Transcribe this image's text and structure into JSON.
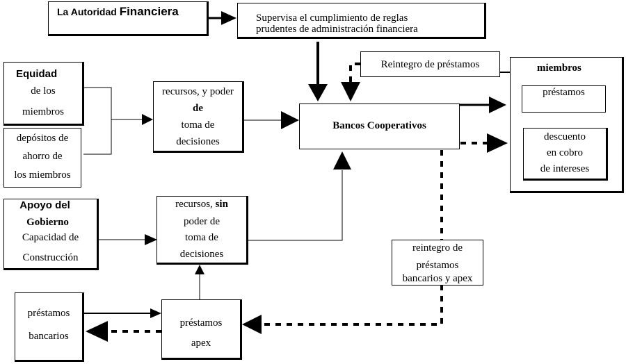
{
  "nodes": {
    "autoridad": {
      "title_prefix": "La Autoridad ",
      "title_main": "Financiera"
    },
    "supervisa": {
      "line1": "Supervisa el cumplimiento de  reglas",
      "line2": "prudentes de administración financiera"
    },
    "reintegro_top": {
      "label": "Reintegro de préstamos"
    },
    "equidad": {
      "title": "Equidad",
      "line2": "de los",
      "line3": "miembros"
    },
    "depositos": {
      "line1": "depósitos de",
      "line2": "ahorro de",
      "line3": "los miembros"
    },
    "recursos_con": {
      "line1": "recursos, y poder",
      "line2": "de",
      "line3": "toma de",
      "line4": "decisiones"
    },
    "bancos": {
      "label": "Bancos Cooperativos"
    },
    "miembros": {
      "title": "miembros",
      "prestamos": "préstamos",
      "descuento_1": "descuento",
      "descuento_2": "en cobro",
      "descuento_3": "de intereses"
    },
    "apoyo": {
      "title1": "Apoyo del",
      "title2": "Gobierno",
      "line3": "Capacidad de",
      "line4": "Construcción"
    },
    "recursos_sin": {
      "line1_a": "recursos, ",
      "line1_b": "sin",
      "line2": "poder de",
      "line3": "toma de",
      "line4": "decisiones"
    },
    "reintegro_bancarios": {
      "line1": "reintegro de",
      "line2": "préstamos",
      "line3": "bancarios y apex"
    },
    "prestamos_bancarios": {
      "line1": "préstamos",
      "line2": "bancarios"
    },
    "prestamos_apex": {
      "line1": "préstamos",
      "line2": "apex"
    }
  },
  "colors": {
    "stroke": "#000000",
    "fill": "#ffffff"
  }
}
